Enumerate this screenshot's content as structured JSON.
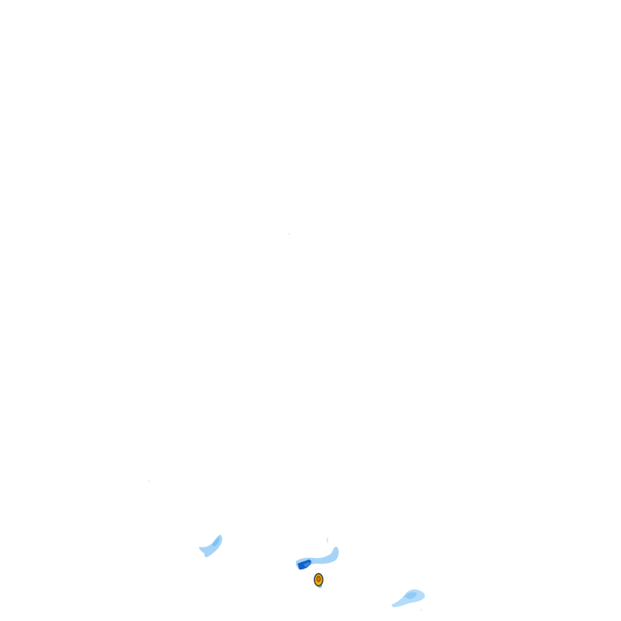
{
  "overlay": {
    "background_color": "#ffffff",
    "palette": {
      "very_light_rain": "#b4dcfa",
      "light_rain": "#7cc3f5",
      "moderate_rain": "#2f8be0",
      "heavy_rain": "#1560c8",
      "intense_core": "#f4b000",
      "core_outline": "#3a3a3a",
      "speckle": "#c8d6e0"
    },
    "echoes": [
      {
        "name": "echo-west",
        "intensity": "light_rain"
      },
      {
        "name": "echo-central",
        "intensity": "moderate_rain"
      },
      {
        "name": "echo-core",
        "intensity": "intense_core"
      },
      {
        "name": "echo-southeast",
        "intensity": "light_rain"
      }
    ]
  }
}
